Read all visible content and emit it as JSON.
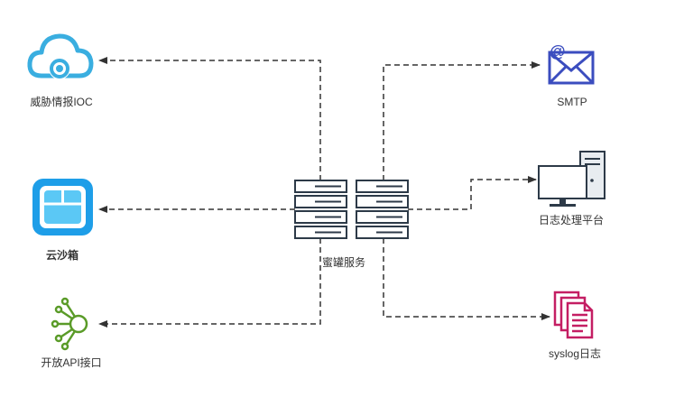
{
  "diagram": {
    "center": {
      "label": "蜜罐服务"
    },
    "left_nodes": [
      {
        "id": "threat-intel",
        "label": "威胁情报IOC",
        "icon": "cloud-icon"
      },
      {
        "id": "cloud-sandbox",
        "label": "云沙箱",
        "icon": "sandbox-icon"
      },
      {
        "id": "open-api",
        "label": "开放API接口",
        "icon": "api-network-icon"
      }
    ],
    "right_nodes": [
      {
        "id": "smtp",
        "label": "SMTP",
        "icon": "mail-icon"
      },
      {
        "id": "log-platform",
        "label": "日志处理平台",
        "icon": "desktop-computer-icon"
      },
      {
        "id": "syslog",
        "label": "syslog日志",
        "icon": "documents-icon"
      }
    ],
    "colors": {
      "cloud": "#3aaee0",
      "sandbox": "#1e9ee8",
      "api": "#5a9b28",
      "mail": "#3b4dbf",
      "syslog": "#c41e63",
      "server": "#2d3a48",
      "line": "#333333"
    }
  }
}
